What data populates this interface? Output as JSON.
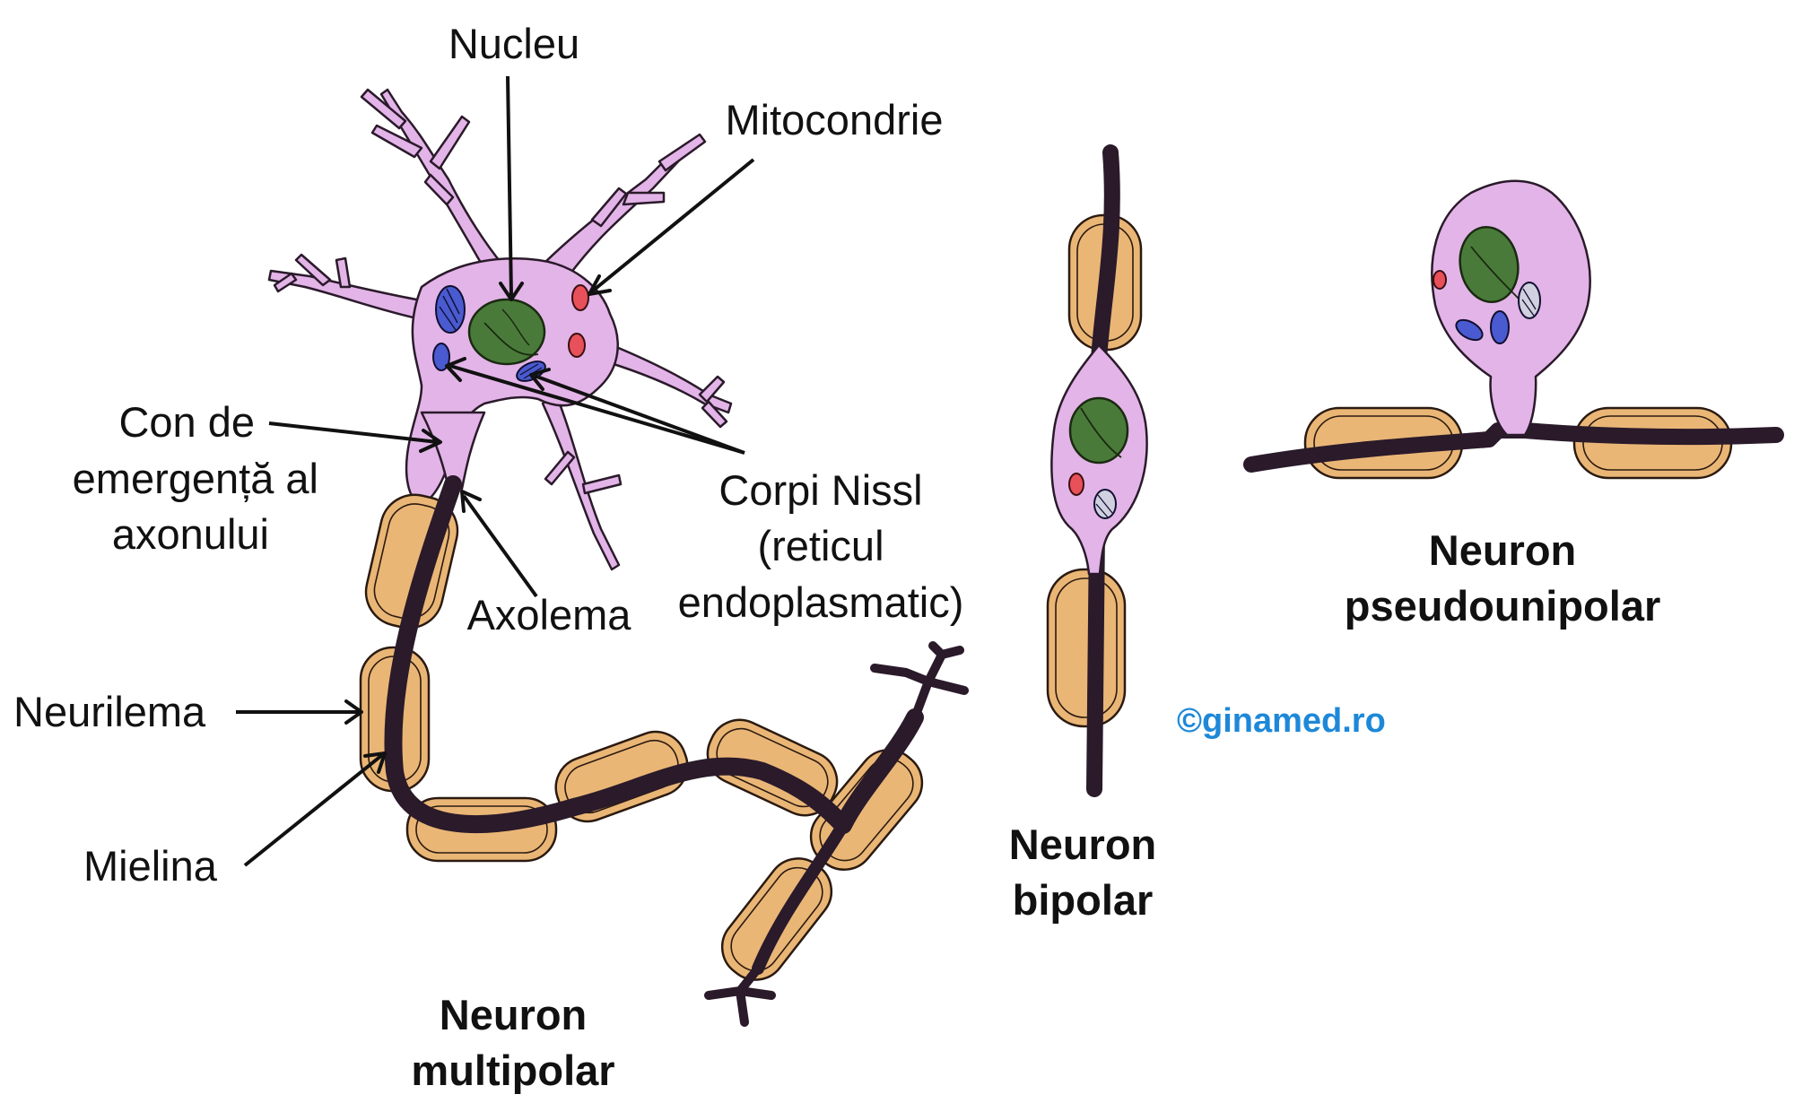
{
  "labels": {
    "nucleu": "Nucleu",
    "mitocondrie": "Mitocondrie",
    "con_line1": "Con de",
    "con_line2": "emergență al",
    "con_line3": "axonului",
    "corpi_line1": "Corpi Nissl",
    "corpi_line2": "(reticul",
    "corpi_line3": "endoplasmatic)",
    "axolema": "Axolema",
    "neurilema": "Neurilema",
    "mielina": "Mielina"
  },
  "titles": {
    "multipolar_line1": "Neuron",
    "multipolar_line2": "multipolar",
    "bipolar_line1": "Neuron",
    "bipolar_line2": "bipolar",
    "pseudounipolar_line1": "Neuron",
    "pseudounipolar_line2": "pseudounipolar"
  },
  "watermark": "©ginamed.ro",
  "colors": {
    "cell_body": "#e3b4e8",
    "myelin": "#eab676",
    "nucleus": "#4a7a3a",
    "mitochondria": "#e8505a",
    "nissl": "#4a5ad0",
    "watermark": "#1e88d8"
  }
}
